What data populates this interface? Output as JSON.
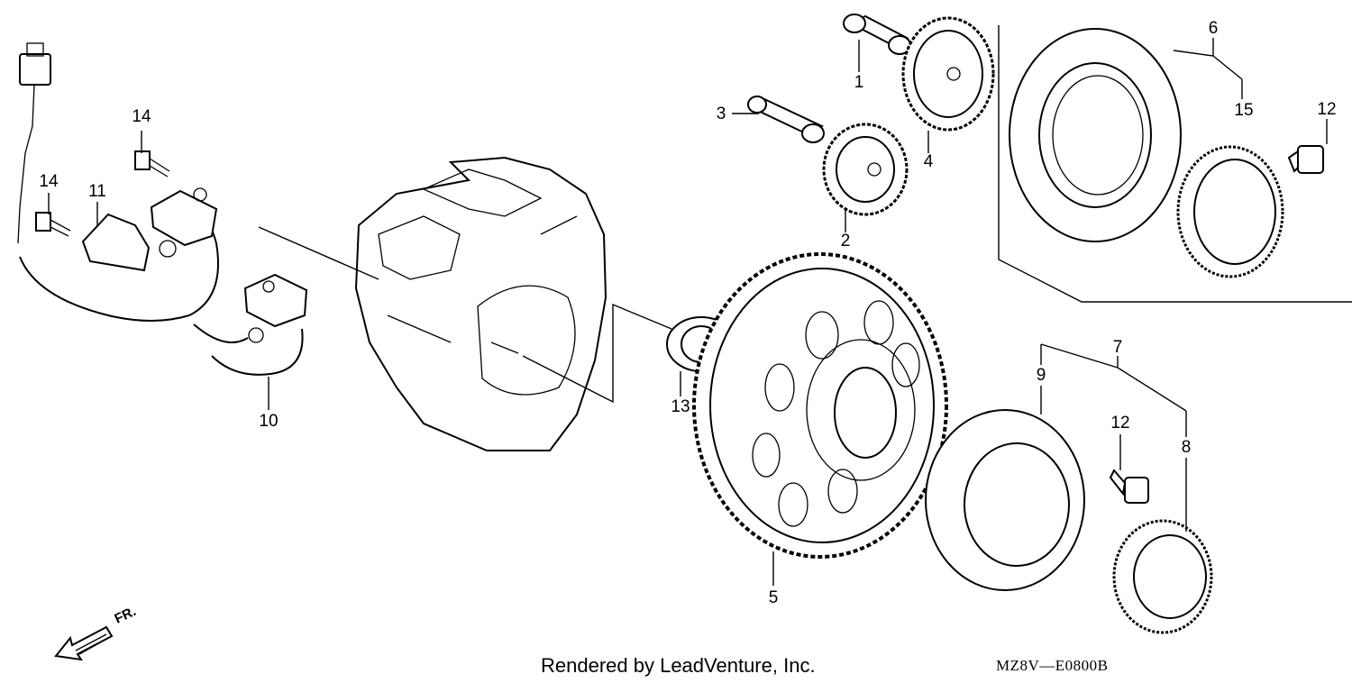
{
  "callouts": [
    {
      "id": "c1",
      "text": "1"
    },
    {
      "id": "c2",
      "text": "2"
    },
    {
      "id": "c3",
      "text": "3"
    },
    {
      "id": "c4",
      "text": "4"
    },
    {
      "id": "c5",
      "text": "5"
    },
    {
      "id": "c6",
      "text": "6"
    },
    {
      "id": "c7",
      "text": "7"
    },
    {
      "id": "c8",
      "text": "8"
    },
    {
      "id": "c9",
      "text": "9"
    },
    {
      "id": "c10",
      "text": "10"
    },
    {
      "id": "c11",
      "text": "11"
    },
    {
      "id": "c12a",
      "text": "12"
    },
    {
      "id": "c12b",
      "text": "12"
    },
    {
      "id": "c13",
      "text": "13"
    },
    {
      "id": "c14a",
      "text": "14"
    },
    {
      "id": "c14b",
      "text": "14"
    },
    {
      "id": "c15",
      "text": "15"
    }
  ],
  "direction_marker": {
    "text": "FR."
  },
  "footer": {
    "credit": "Rendered by LeadVenture, Inc.",
    "code": "MZ8V—E0800B"
  }
}
